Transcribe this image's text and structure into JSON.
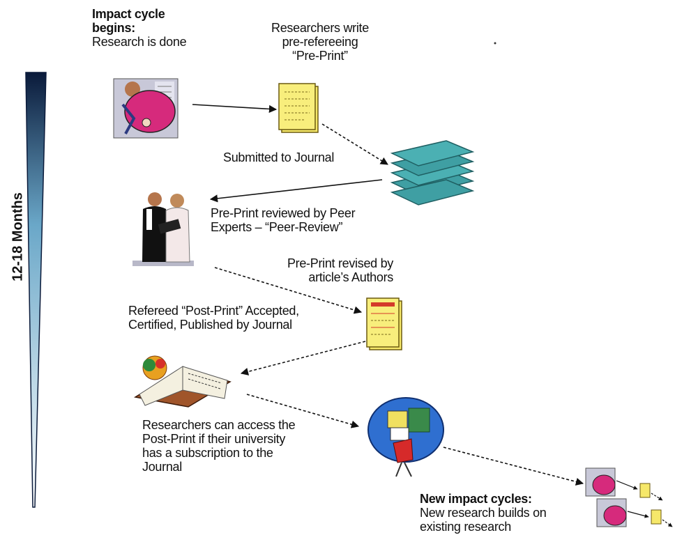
{
  "timebar": {
    "label": "12-18 Months"
  },
  "steps": {
    "start": {
      "lines": [
        "Impact cycle",
        "begins:",
        "Research is done"
      ]
    },
    "preprint": {
      "lines": [
        "Researchers write",
        "pre-refereeing",
        "“Pre-Print”"
      ]
    },
    "submitted": {
      "text": "Submitted to Journal"
    },
    "review": {
      "lines": [
        "Pre-Print reviewed by Peer",
        "Experts – “Peer-Review”"
      ]
    },
    "revised": {
      "lines": [
        "Pre-Print revised by",
        "article’s Authors"
      ]
    },
    "published": {
      "lines": [
        "Refereed “Post-Print” Accepted,",
        "Certified, Published by Journal"
      ]
    },
    "access": {
      "lines": [
        "Researchers can access the",
        "Post-Print if their university",
        "has a subscription to the",
        "Journal"
      ]
    },
    "new_cycles": {
      "title": "New impact cycles:",
      "lines": [
        "New research builds on",
        "existing research"
      ]
    }
  },
  "colors": {
    "gradient_top": "#0a1a3a",
    "gradient_bottom": "#ffffff",
    "paper": "#f6e86a",
    "journal_stack": "#3f9fa3",
    "figure_magenta": "#d62a7c",
    "globe": "#2f6fd0"
  }
}
